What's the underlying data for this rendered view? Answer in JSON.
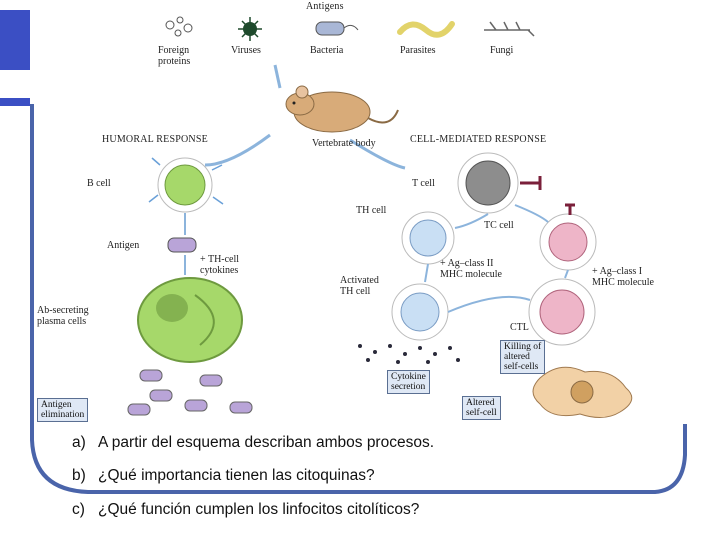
{
  "slide": {
    "colors": {
      "accent_blue": "#3b4fc4",
      "frame_blue": "#4a64aa",
      "cell_green": "#a6d86a",
      "cell_pink": "#eeb5c8",
      "cell_blue": "#c9dff4",
      "cell_grey": "#8d8d8d"
    }
  },
  "diagram": {
    "antigens_title": "Antigens",
    "antigen_types": [
      "Foreign\nproteins",
      "Viruses",
      "Bacteria",
      "Parasites",
      "Fungi"
    ],
    "vertebrate_body": "Vertebrate body",
    "humoral_response": "HUMORAL RESPONSE",
    "cell_mediated_response": "CELL-MEDIATED RESPONSE",
    "b_cell": "B cell",
    "t_cell": "T cell",
    "antigen": "Antigen",
    "th_cell_cytokines": "+ TH-cell\ncytokines",
    "th_cell": "TH cell",
    "tc_cell": "TC cell",
    "ag_class_ii": "+ Ag–class II\nMHC molecule",
    "ag_class_i": "+ Ag–class I\nMHC molecule",
    "activated_th_cell": "Activated\nTH cell",
    "ab_secreting": "Ab-secreting\nplasma cells",
    "ctl": "CTL",
    "killing_box": "Killing of\naltered\nself-cells",
    "cytokine_box": "Cytokine\nsecretion",
    "altered_box": "Altered\nself-cell",
    "elimination_box": "Antigen\nelimination"
  },
  "questions": [
    {
      "label": "a)",
      "text": "A partir del esquema describan ambos procesos."
    },
    {
      "label": "b)",
      "text": "¿Qué importancia tienen las citoquinas?"
    },
    {
      "label": "c)",
      "text": "¿Qué función cumplen los linfocitos citolíticos?"
    }
  ]
}
